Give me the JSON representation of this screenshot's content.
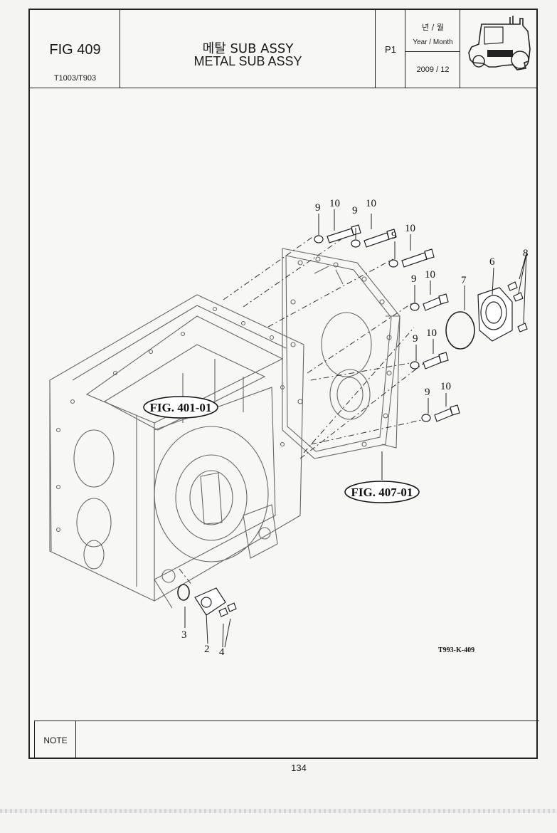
{
  "header": {
    "fig_number": "FIG 409",
    "models": "T1003/T903",
    "title_ko": "메탈 SUB ASSY",
    "title_en": "METAL SUB ASSY",
    "page_code": "P1",
    "date_label_ko": "년 / 월",
    "date_label_en": "Year / Month",
    "date_value": "2009 / 12",
    "thumbnail_icon": "tractor-icon"
  },
  "diagram": {
    "callouts": [
      "9",
      "10",
      "9",
      "10",
      "9",
      "10",
      "9",
      "10",
      "9",
      "10",
      "9",
      "10",
      "6",
      "7",
      "8",
      "3",
      "2",
      "4"
    ],
    "references": [
      "FIG. 401-01",
      "FIG. 407-01"
    ],
    "drawing_code": "T993-K-409"
  },
  "note": {
    "label": "NOTE",
    "text": ""
  },
  "footer": {
    "page_number": "134"
  }
}
